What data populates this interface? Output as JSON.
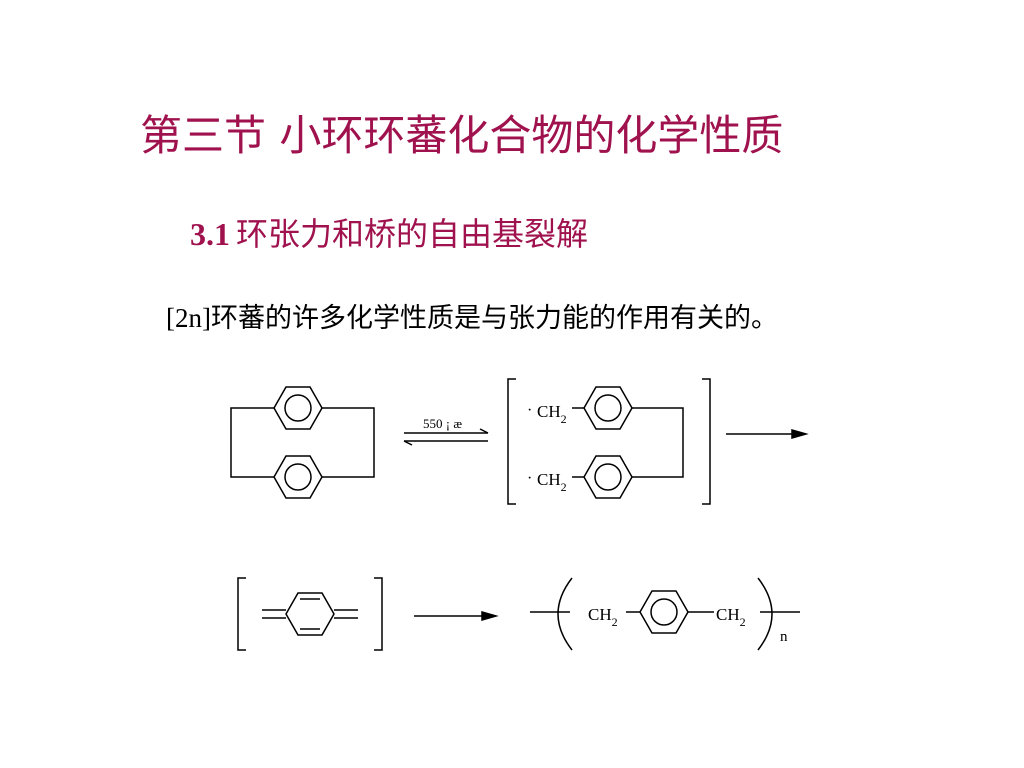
{
  "slide": {
    "title": "第三节  小环环蕃化合物的化学性质",
    "subtitle_number": "3.1",
    "subtitle_text": "环张力和桥的自由基裂解",
    "body_prefix": "[2n]",
    "body_text": "环蕃的许多化学性质是与张力能的作用有关的。"
  },
  "scheme": {
    "condition": "550 ¡ æ",
    "radical_dot": "·",
    "ch2_main": "CH",
    "ch2_sub": "2",
    "repeat_n": "n"
  },
  "colors": {
    "title": "#a0124e",
    "text": "#000000"
  }
}
